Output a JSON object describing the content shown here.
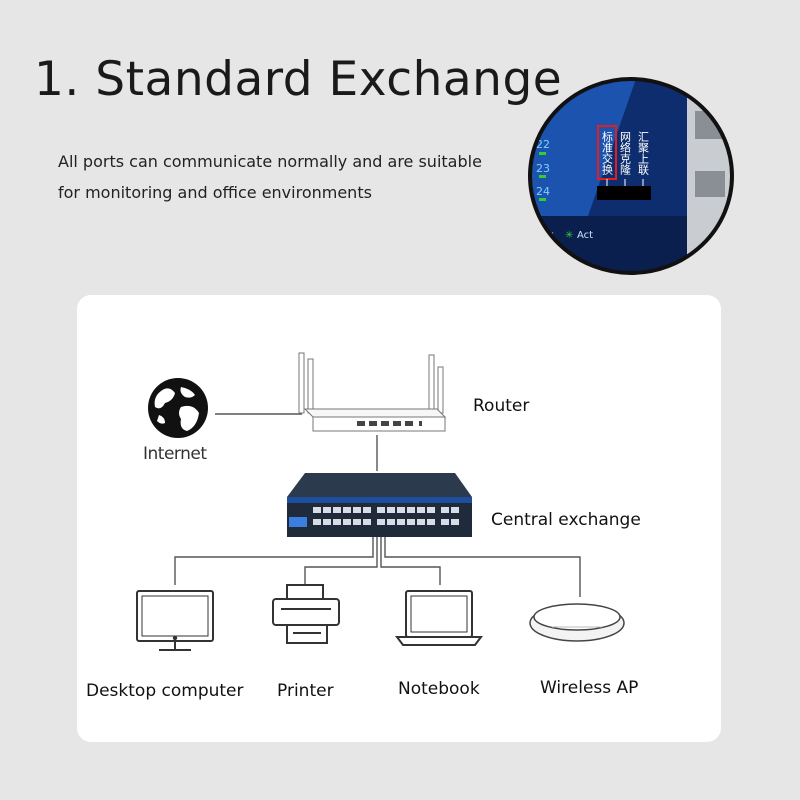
{
  "title": "1. Standard Exchange",
  "description": {
    "line1": "All ports can communicate normally and are suitable",
    "line2": "for monitoring and office environments"
  },
  "zoom_panel": {
    "port_numbers": [
      "22",
      "23",
      "24"
    ],
    "mode_labels": [
      "标准交换",
      "网络克隆",
      "汇聚上联"
    ],
    "highlighted_mode": "标准交换",
    "legend_link": "Link",
    "legend_act": "Act",
    "colors": {
      "panel_blue": "#1a5fd0",
      "highlight": "#e02020",
      "led_green": "#2fd12f"
    }
  },
  "diagram": {
    "internet_label": "Internet",
    "router_label": "Router",
    "switch_label": "Central exchange",
    "devices": [
      {
        "icon": "desktop-computer-icon",
        "label": "Desktop computer"
      },
      {
        "icon": "printer-icon",
        "label": "Printer"
      },
      {
        "icon": "notebook-icon",
        "label": "Notebook"
      },
      {
        "icon": "wireless-ap-icon",
        "label": "Wireless AP"
      }
    ],
    "colors": {
      "switch_body": "#263140",
      "switch_front": "#1d4f9e",
      "line": "#555555"
    }
  }
}
